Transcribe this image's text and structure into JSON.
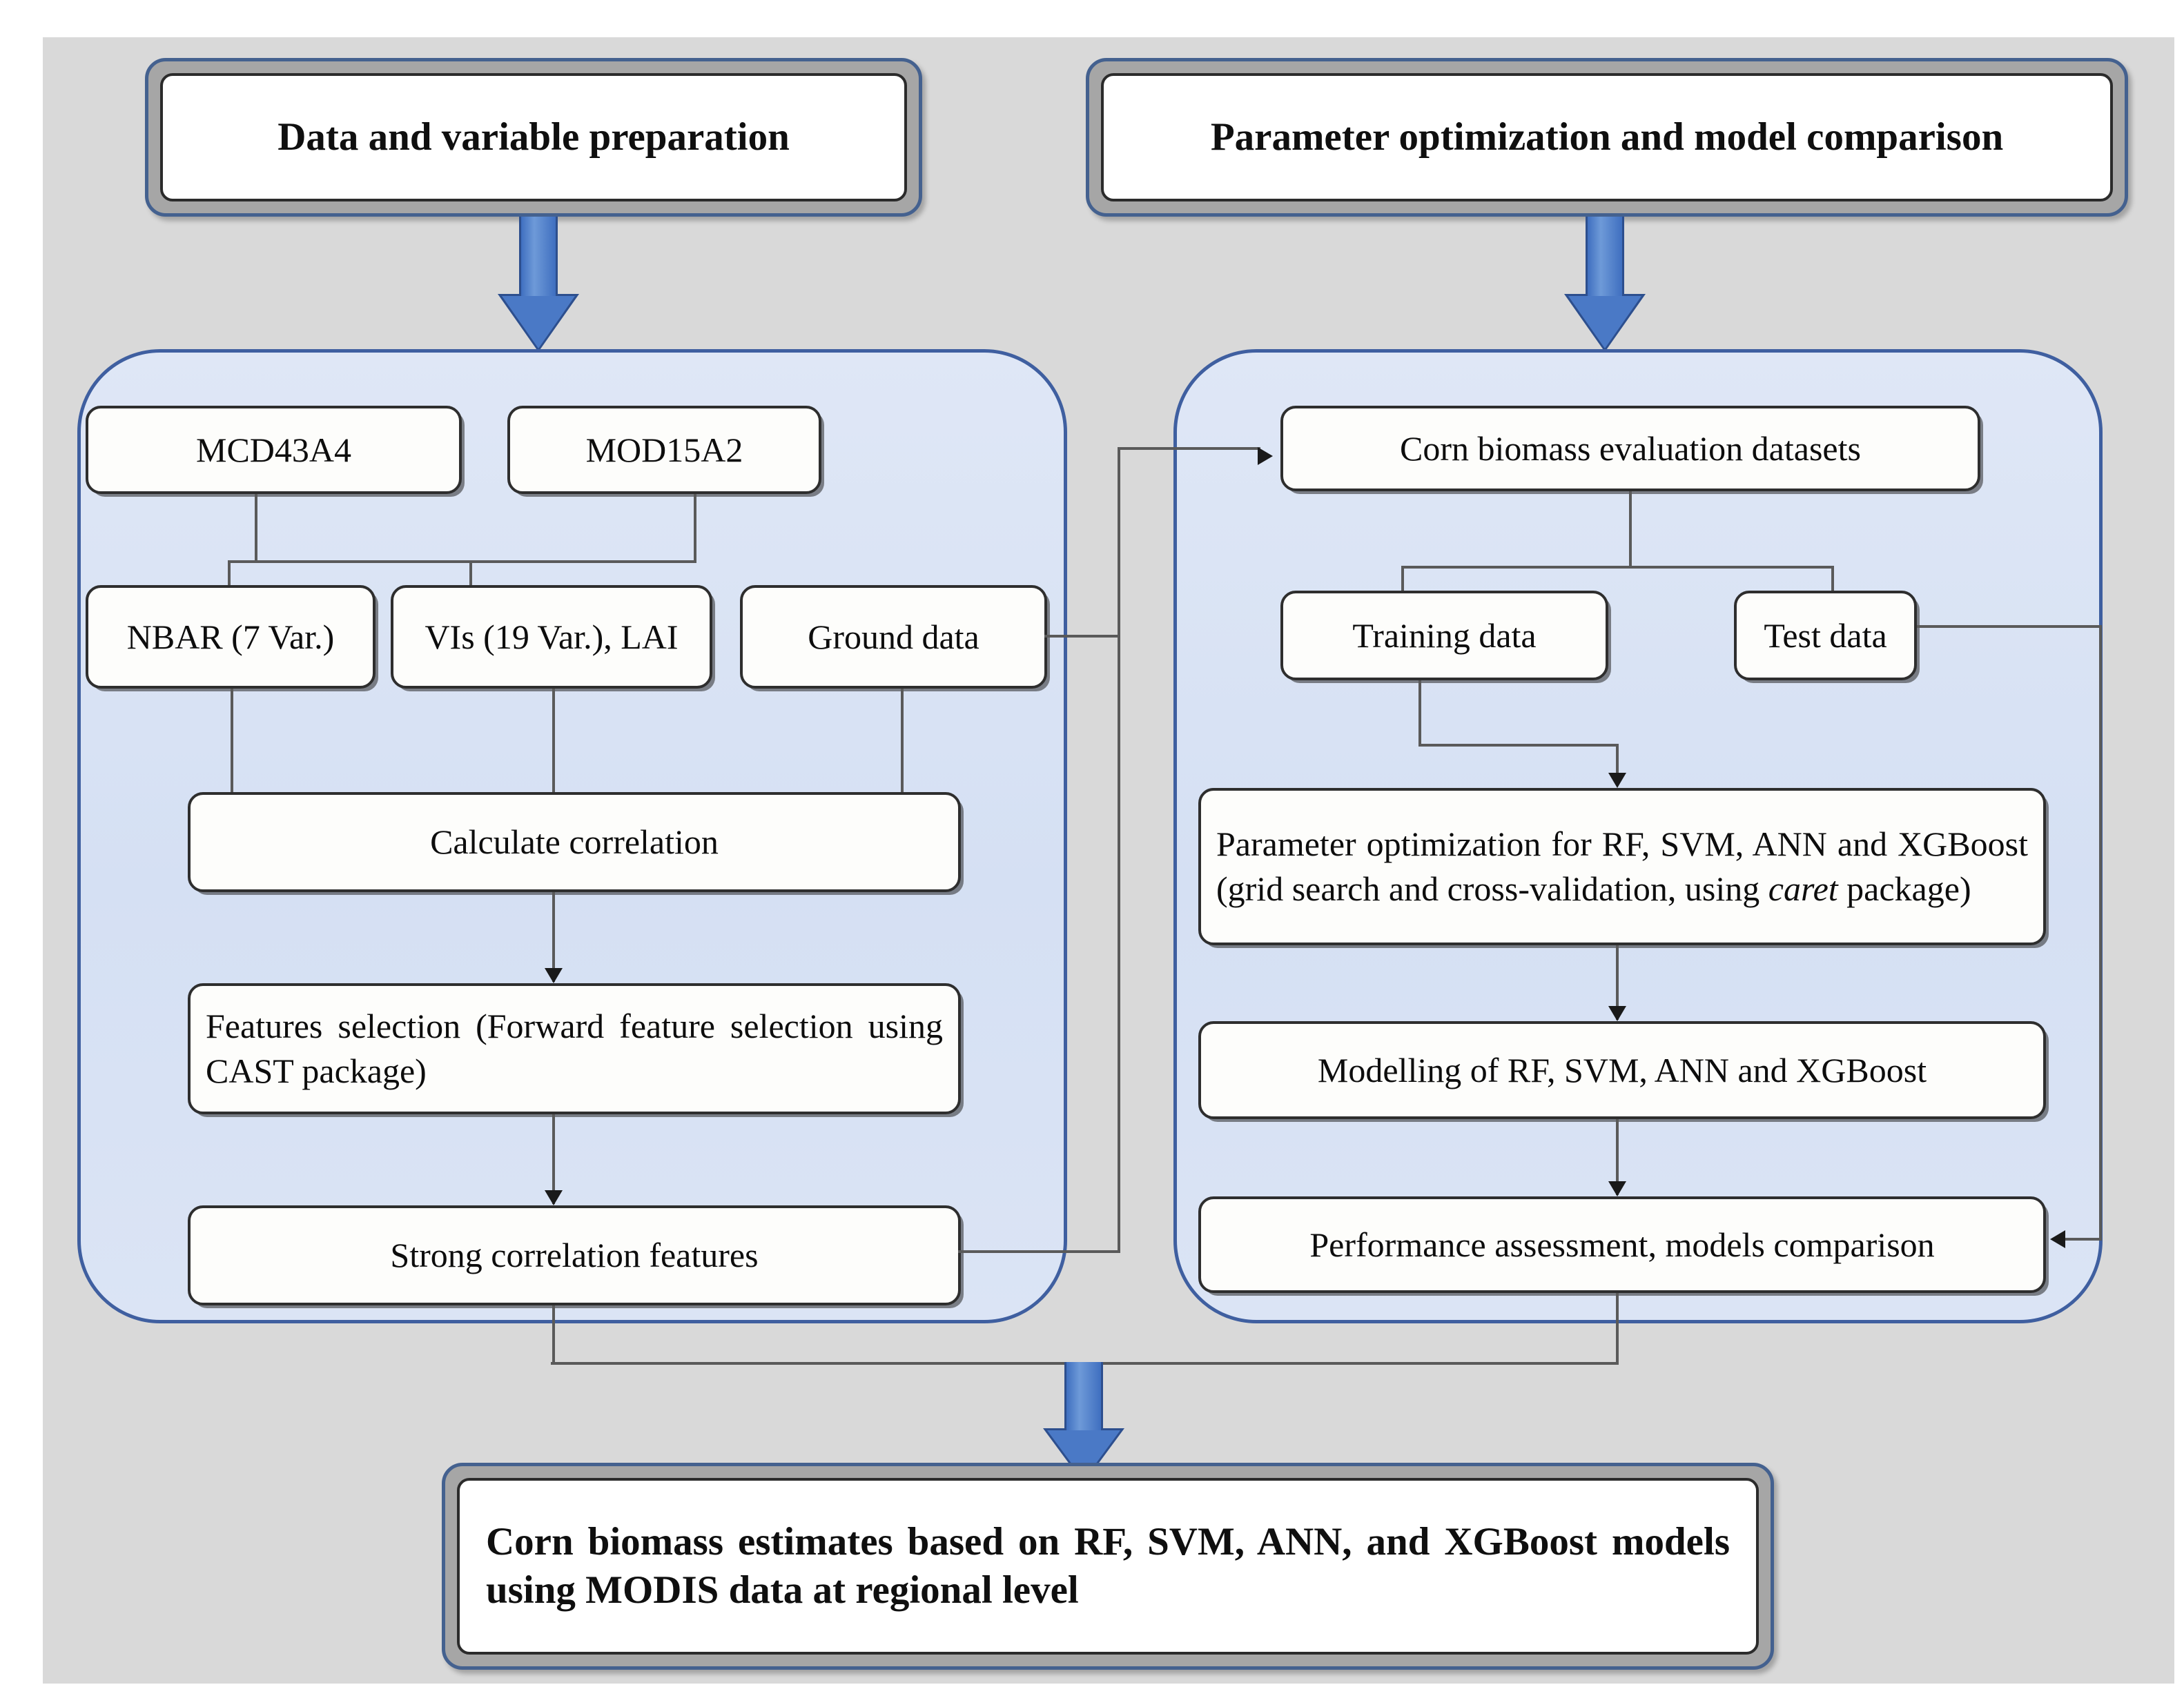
{
  "diagram": {
    "title_left": "Data and variable preparation",
    "title_right": "Parameter optimization and model comparison",
    "result": "Corn biomass estimates based on RF, SVM, ANN, and XGBoost models using MODIS data at regional level",
    "colors": {
      "background": "#d9d9d9",
      "panel_border": "#3f5fa0",
      "panel_fill": "#dbe4f5",
      "banner_border": "#44618f",
      "banner_mid": "#a6a6a6",
      "node_fill": "#fdfdfb",
      "node_border": "#2e2e2e",
      "connector": "#5a5a5a",
      "block_arrow": "#4a79c6"
    }
  },
  "left_panel": {
    "sources": [
      {
        "label": "MCD43A4"
      },
      {
        "label": "MOD15A2"
      }
    ],
    "variables": [
      {
        "label": "NBAR (7 Var.)"
      },
      {
        "label": "VIs (19 Var.), LAI"
      },
      {
        "label": "Ground data"
      }
    ],
    "steps": [
      {
        "label": "Calculate correlation"
      },
      {
        "label": "Features selection (Forward feature selection using CAST package)"
      },
      {
        "label": "Strong correlation features"
      }
    ]
  },
  "right_panel": {
    "dataset": {
      "label": "Corn biomass evaluation datasets"
    },
    "splits": [
      {
        "label": "Training data"
      },
      {
        "label": "Test data"
      }
    ],
    "steps": [
      {
        "label_part1": "Parameter optimization for RF, SVM, ANN and XGBoost (grid search and cross-validation, using ",
        "label_italic": "caret",
        "label_part2": " package)"
      },
      {
        "label": "Modelling of RF, SVM, ANN and XGBoost"
      },
      {
        "label": "Performance assessment, models comparison"
      }
    ]
  }
}
